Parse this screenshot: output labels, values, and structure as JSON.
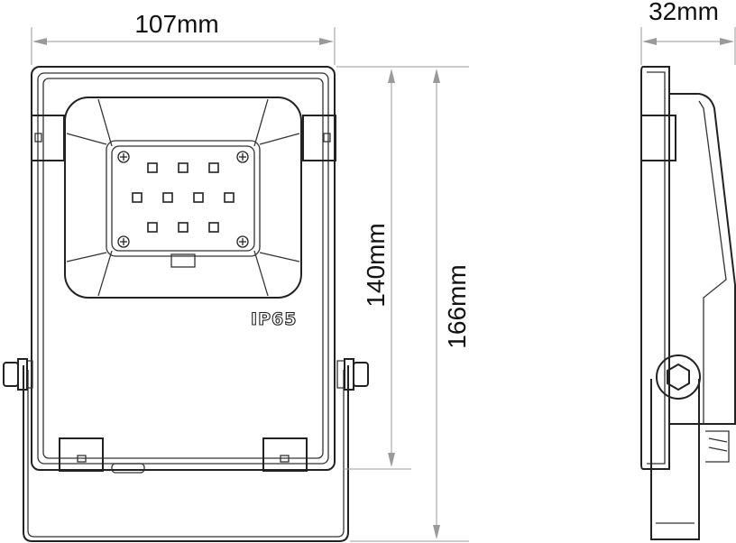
{
  "dimensions": {
    "front_width": "107mm",
    "side_depth": "32mm",
    "body_height": "140mm",
    "total_height": "166mm"
  },
  "marking": "IP65",
  "led_grid": {
    "rows": [
      3,
      4,
      3
    ]
  },
  "colors": {
    "line": "#222222",
    "dimension": "#9a9a9a",
    "background": "#ffffff"
  }
}
